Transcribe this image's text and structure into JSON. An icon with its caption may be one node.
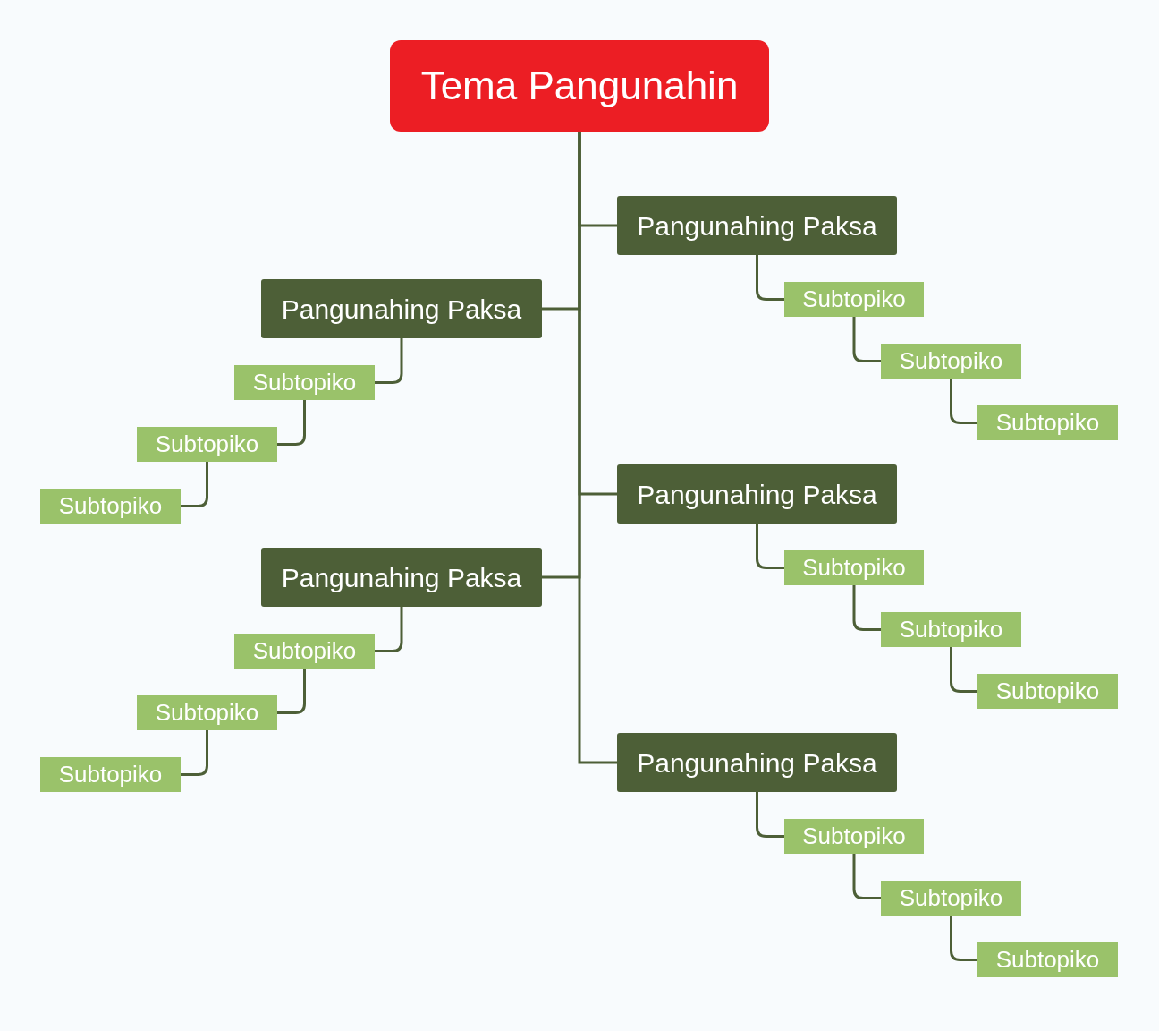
{
  "diagram": {
    "nodes": [
      {
        "text": [
          "Tema Pangunahin"
        ]
      },
      {
        "text": [
          "Pangunahing Paksa"
        ]
      },
      {
        "text": [
          "Subtopiko"
        ]
      },
      {
        "text": [
          "Subtopiko"
        ]
      },
      {
        "text": [
          "Subtopiko"
        ]
      },
      {
        "text": [
          "Pangunahing Paksa"
        ]
      },
      {
        "text": [
          "Subtopiko"
        ]
      },
      {
        "text": [
          "Subtopiko"
        ]
      },
      {
        "text": [
          "Subtopiko"
        ]
      },
      {
        "text": [
          "Pangunahing Paksa"
        ]
      },
      {
        "text": [
          "Subtopiko"
        ]
      },
      {
        "text": [
          "Subtopiko"
        ]
      },
      {
        "text": [
          "Subtopiko"
        ]
      },
      {
        "text": [
          "Pangunahing Paksa"
        ]
      },
      {
        "text": [
          "Subtopiko"
        ]
      },
      {
        "text": [
          "Subtopiko"
        ]
      },
      {
        "text": [
          "Subtopiko"
        ]
      },
      {
        "text": [
          "Pangunahing Paksa"
        ]
      },
      {
        "text": [
          "Subtopiko"
        ]
      },
      {
        "text": [
          "Subtopiko"
        ]
      },
      {
        "text": [
          "Subtopiko"
        ]
      }
    ],
    "edges": [
      {
        "from": 0,
        "to": 1,
        "arrow": "none"
      },
      {
        "from": 1,
        "to": 2,
        "arrow": "none"
      },
      {
        "from": 2,
        "to": 3,
        "arrow": "none"
      },
      {
        "from": 3,
        "to": 4,
        "arrow": "none"
      },
      {
        "from": 0,
        "to": 5,
        "arrow": "none"
      },
      {
        "from": 5,
        "to": 6,
        "arrow": "none"
      },
      {
        "from": 6,
        "to": 7,
        "arrow": "none"
      },
      {
        "from": 7,
        "to": 8,
        "arrow": "none"
      },
      {
        "from": 0,
        "to": 9,
        "arrow": "none"
      },
      {
        "from": 9,
        "to": 10,
        "arrow": "none"
      },
      {
        "from": 10,
        "to": 11,
        "arrow": "none"
      },
      {
        "from": 11,
        "to": 12,
        "arrow": "none"
      },
      {
        "from": 0,
        "to": 13,
        "arrow": "none"
      },
      {
        "from": 13,
        "to": 14,
        "arrow": "none"
      },
      {
        "from": 14,
        "to": 15,
        "arrow": "none"
      },
      {
        "from": 15,
        "to": 16,
        "arrow": "none"
      },
      {
        "from": 0,
        "to": 17,
        "arrow": "none"
      },
      {
        "from": 17,
        "to": 18,
        "arrow": "none"
      },
      {
        "from": 18,
        "to": 19,
        "arrow": "none"
      },
      {
        "from": 19,
        "to": 20,
        "arrow": "none"
      }
    ]
  }
}
